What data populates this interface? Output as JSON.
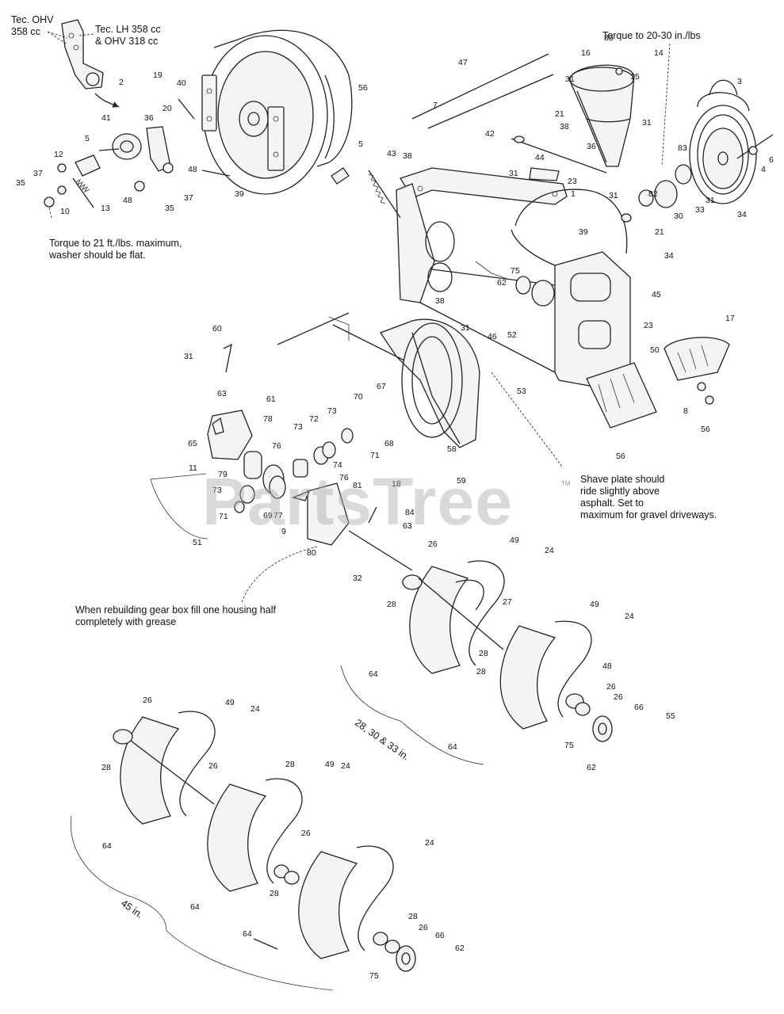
{
  "watermark": "PartsTree",
  "trademark": "TM",
  "notes": {
    "engine_tec_ohv": "Tec. OHV\n358 cc",
    "engine_tec_lh": "Tec. LH 358 cc\n& OHV 318 cc",
    "torque_21": "Torque to 21 ft./lbs. maximum,\nwasher should be flat.",
    "torque_20_30": "Torque to 20-30 in./lbs",
    "shave_plate": "Shave plate should\nride slightly above\nasphalt. Set to\nmaximum for gravel driveways.",
    "gear_box": "When rebuilding gear box fill one housing half\ncompletely with grease",
    "size_28_30_33": "28, 30 & 33 in.",
    "size_45": "45 in."
  },
  "callouts": [
    {
      "n": "2"
    },
    {
      "n": "19"
    },
    {
      "n": "40"
    },
    {
      "n": "56"
    },
    {
      "n": "20"
    },
    {
      "n": "41"
    },
    {
      "n": "36"
    },
    {
      "n": "5"
    },
    {
      "n": "12"
    },
    {
      "n": "37"
    },
    {
      "n": "35"
    },
    {
      "n": "10"
    },
    {
      "n": "13"
    },
    {
      "n": "48"
    },
    {
      "n": "48"
    },
    {
      "n": "37"
    },
    {
      "n": "35"
    },
    {
      "n": "39"
    },
    {
      "n": "5"
    },
    {
      "n": "47"
    },
    {
      "n": "7"
    },
    {
      "n": "16"
    },
    {
      "n": "85"
    },
    {
      "n": "14"
    },
    {
      "n": "31"
    },
    {
      "n": "15"
    },
    {
      "n": "21"
    },
    {
      "n": "38"
    },
    {
      "n": "31"
    },
    {
      "n": "42"
    },
    {
      "n": "36"
    },
    {
      "n": "43"
    },
    {
      "n": "38"
    },
    {
      "n": "44"
    },
    {
      "n": "31"
    },
    {
      "n": "23"
    },
    {
      "n": "1"
    },
    {
      "n": "39"
    },
    {
      "n": "31"
    },
    {
      "n": "83"
    },
    {
      "n": "82"
    },
    {
      "n": "30"
    },
    {
      "n": "33"
    },
    {
      "n": "31"
    },
    {
      "n": "21"
    },
    {
      "n": "34"
    },
    {
      "n": "3"
    },
    {
      "n": "4"
    },
    {
      "n": "6"
    },
    {
      "n": "34"
    },
    {
      "n": "75"
    },
    {
      "n": "62"
    },
    {
      "n": "38"
    },
    {
      "n": "45"
    },
    {
      "n": "23"
    },
    {
      "n": "31"
    },
    {
      "n": "52"
    },
    {
      "n": "46"
    },
    {
      "n": "53"
    },
    {
      "n": "50"
    },
    {
      "n": "17"
    },
    {
      "n": "8"
    },
    {
      "n": "56"
    },
    {
      "n": "56"
    },
    {
      "n": "60"
    },
    {
      "n": "31"
    },
    {
      "n": "61"
    },
    {
      "n": "63"
    },
    {
      "n": "65"
    },
    {
      "n": "78"
    },
    {
      "n": "70"
    },
    {
      "n": "67"
    },
    {
      "n": "72"
    },
    {
      "n": "73"
    },
    {
      "n": "73"
    },
    {
      "n": "76"
    },
    {
      "n": "71"
    },
    {
      "n": "68"
    },
    {
      "n": "74"
    },
    {
      "n": "11"
    },
    {
      "n": "79"
    },
    {
      "n": "58"
    },
    {
      "n": "59"
    },
    {
      "n": "76"
    },
    {
      "n": "73"
    },
    {
      "n": "81"
    },
    {
      "n": "71"
    },
    {
      "n": "69"
    },
    {
      "n": "77"
    },
    {
      "n": "9"
    },
    {
      "n": "18"
    },
    {
      "n": "84"
    },
    {
      "n": "63"
    },
    {
      "n": "80"
    },
    {
      "n": "51"
    },
    {
      "n": "32"
    },
    {
      "n": "26"
    },
    {
      "n": "49"
    },
    {
      "n": "24"
    },
    {
      "n": "28"
    },
    {
      "n": "27"
    },
    {
      "n": "49"
    },
    {
      "n": "24"
    },
    {
      "n": "28"
    },
    {
      "n": "28"
    },
    {
      "n": "26"
    },
    {
      "n": "64"
    },
    {
      "n": "48"
    },
    {
      "n": "26"
    },
    {
      "n": "66"
    },
    {
      "n": "55"
    },
    {
      "n": "64"
    },
    {
      "n": "75"
    },
    {
      "n": "62"
    },
    {
      "n": "26"
    },
    {
      "n": "49"
    },
    {
      "n": "24"
    },
    {
      "n": "28"
    },
    {
      "n": "26"
    },
    {
      "n": "28"
    },
    {
      "n": "49"
    },
    {
      "n": "24"
    },
    {
      "n": "64"
    },
    {
      "n": "26"
    },
    {
      "n": "64"
    },
    {
      "n": "28"
    },
    {
      "n": "24"
    },
    {
      "n": "28"
    },
    {
      "n": "26"
    },
    {
      "n": "66"
    },
    {
      "n": "62"
    },
    {
      "n": "64"
    },
    {
      "n": "75"
    }
  ]
}
